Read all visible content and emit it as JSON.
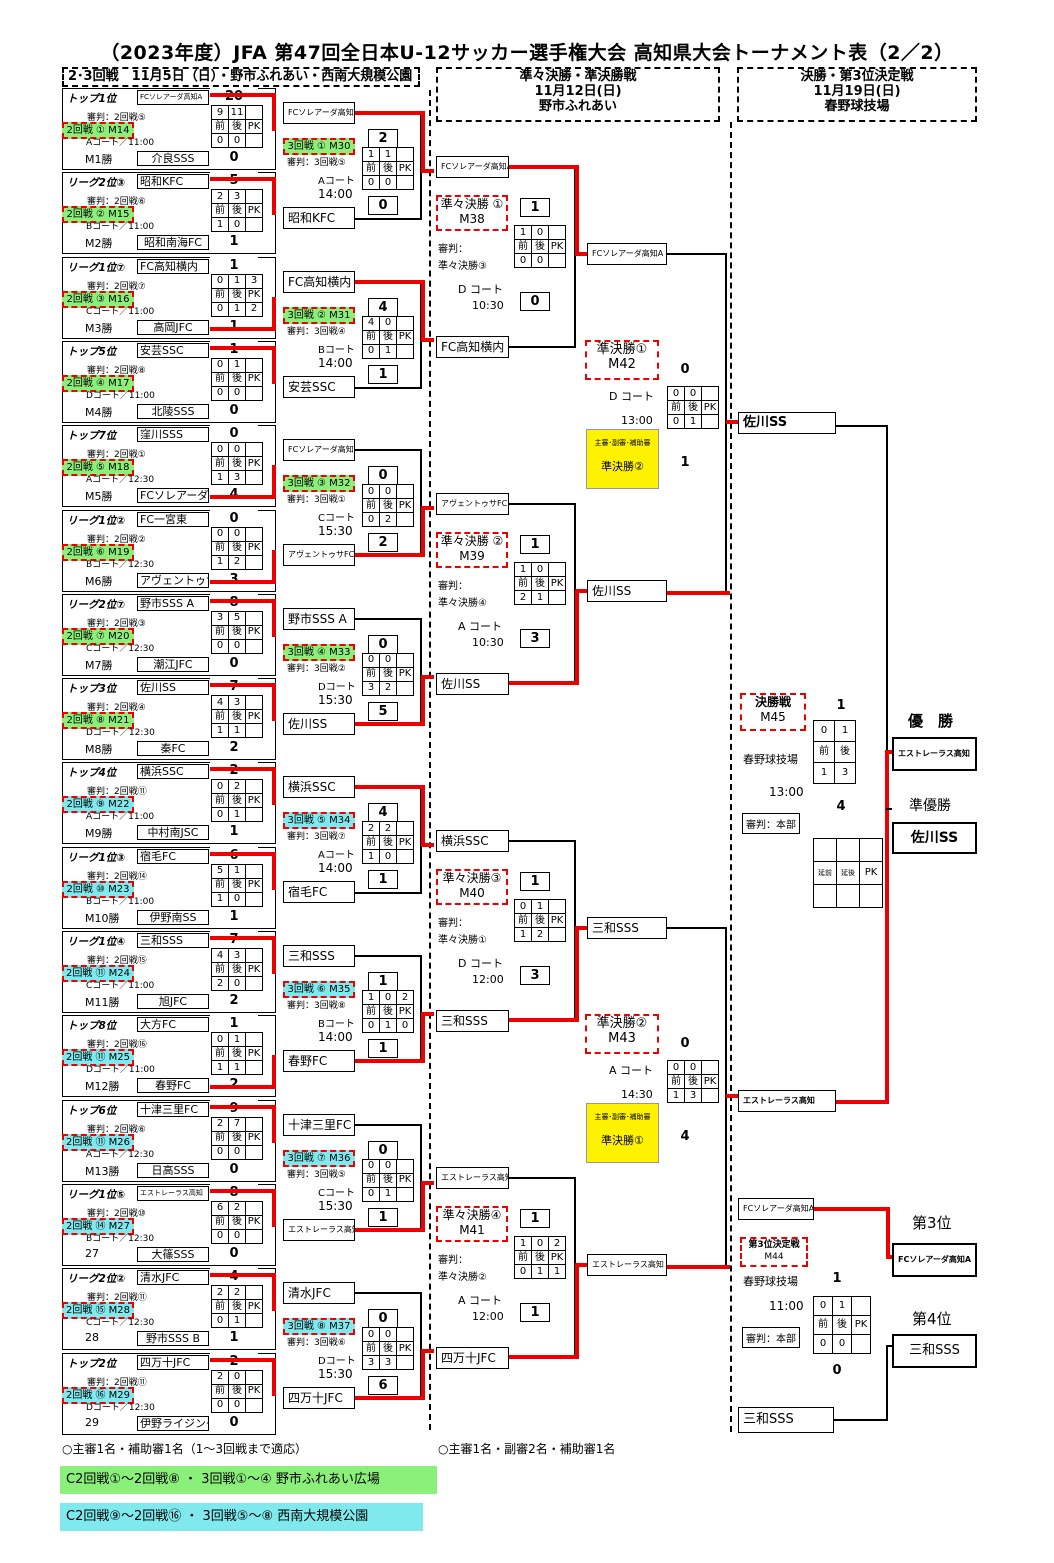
{
  "title": "（2023年度）JFA 第47回全日本U-12サッカー選手権大会 高知県大会トーナメント表（2／2）",
  "headers": {
    "left": "2･3回戦　11月5日（日）・野市ふれあい・西南大規模公園",
    "mid": [
      "準々決勝・準決勝戦",
      "11月12日(日)",
      "野市ふれあい"
    ],
    "right": [
      "決勝・第3位決定戦",
      "11月19日(日)",
      "春野球技場"
    ]
  },
  "r2": [
    {
      "seed": "トップ1位",
      "t1": "FCソレアーダ高知A",
      "t1s": true,
      "s1": "20",
      "info1": "審判：2回戦⑤",
      "g": [
        "9",
        "11",
        "前",
        "後",
        "PK",
        "0",
        "0"
      ],
      "tag": "2回戦 ① M14",
      "color": "g",
      "court": "Aコート／11:00",
      "mw": "M1勝",
      "t2": "介良SSS",
      "s2": "0"
    },
    {
      "seed": "リーグ2位③",
      "t1": "昭和KFC",
      "s1": "5",
      "info1": "審判：2回戦⑥",
      "g": [
        "2",
        "3",
        "前",
        "後",
        "PK",
        "1",
        "0"
      ],
      "tag": "2回戦 ② M15",
      "color": "g",
      "court": "Bコート／11:00",
      "mw": "M2勝",
      "t2": "昭和南海FC",
      "s2": "1"
    },
    {
      "seed": "リーグ1位⑦",
      "t1": "FC高知横内",
      "s1": "1",
      "info1": "審判：2回戦⑦",
      "g": [
        "0",
        "1",
        "3",
        "前",
        "後",
        "PK",
        "0",
        "1",
        "2"
      ],
      "tag": "2回戦 ③ M16",
      "color": "g",
      "court": "Cコート／11:00",
      "mw": "M3勝",
      "t2": "高岡JFC",
      "s2": "1"
    },
    {
      "seed": "トップ5位",
      "t1": "安芸SSC",
      "s1": "1",
      "info1": "審判：2回戦⑧",
      "g": [
        "0",
        "1",
        "前",
        "後",
        "PK",
        "0",
        "0"
      ],
      "tag": "2回戦 ④ M17",
      "color": "g",
      "court": "Dコート／11:00",
      "mw": "M4勝",
      "t2": "北陵SSS",
      "s2": "0"
    },
    {
      "seed": "トップ7位",
      "t1": "窪川SSS",
      "s1": "0",
      "info1": "審判：2回戦①",
      "g": [
        "0",
        "0",
        "前",
        "後",
        "PK",
        "1",
        "3"
      ],
      "tag": "2回戦 ⑤ M18",
      "color": "g",
      "court": "Aコート／12:30",
      "mw": "M5勝",
      "t2": "FCソレアーダ高知B",
      "t2s": true,
      "s2": "4"
    },
    {
      "seed": "リーグ1位②",
      "t1": "FC一宮東",
      "s1": "0",
      "info1": "審判：2回戦②",
      "g": [
        "0",
        "0",
        "前",
        "後",
        "PK",
        "1",
        "2"
      ],
      "tag": "2回戦 ⑥ M19",
      "color": "g",
      "court": "Bコート／12:30",
      "mw": "M6勝",
      "t2": "アヴェントゥサFC",
      "t2s": true,
      "s2": "3"
    },
    {
      "seed": "リーグ2位⑦",
      "t1": "野市SSS A",
      "s1": "8",
      "info1": "審判：2回戦③",
      "g": [
        "3",
        "5",
        "前",
        "後",
        "PK",
        "0",
        "0"
      ],
      "tag": "2回戦 ⑦ M20",
      "color": "g",
      "court": "Cコート／12:30",
      "mw": "M7勝",
      "t2": "潮江JFC",
      "s2": "0"
    },
    {
      "seed": "トップ3位",
      "t1": "佐川SS",
      "s1": "7",
      "info1": "審判：2回戦④",
      "g": [
        "4",
        "3",
        "前",
        "後",
        "PK",
        "1",
        "1"
      ],
      "tag": "2回戦 ⑧ M21",
      "color": "g",
      "court": "Dコート／12:30",
      "mw": "M8勝",
      "t2": "秦FC",
      "s2": "2"
    },
    {
      "seed": "トップ4位",
      "t1": "横浜SSC",
      "s1": "2",
      "info1": "審判：2回戦⑪",
      "g": [
        "0",
        "2",
        "前",
        "後",
        "PK",
        "0",
        "1"
      ],
      "tag": "2回戦 ⑨ M22",
      "color": "c",
      "court": "Aコート／11:00",
      "mw": "M9勝",
      "t2": "中村南JSC",
      "s2": "1"
    },
    {
      "seed": "リーグ1位③",
      "t1": "宿毛FC",
      "s1": "6",
      "info1": "審判：2回戦⑭",
      "g": [
        "5",
        "1",
        "前",
        "後",
        "PK",
        "1",
        "0"
      ],
      "tag": "2回戦 ⑩ M23",
      "color": "c",
      "court": "Bコート／11:00",
      "mw": "M10勝",
      "t2": "伊野南SS",
      "s2": "1"
    },
    {
      "seed": "リーグ1位④",
      "t1": "三和SSS",
      "s1": "7",
      "info1": "審判：2回戦⑮",
      "g": [
        "4",
        "3",
        "前",
        "後",
        "PK",
        "2",
        "0"
      ],
      "tag": "2回戦 ⑪ M24",
      "color": "c",
      "court": "Cコート／11:00",
      "mw": "M11勝",
      "t2": "旭JFC",
      "s2": "2"
    },
    {
      "seed": "トップ8位",
      "t1": "大方FC",
      "s1": "1",
      "info1": "審判：2回戦⑯",
      "g": [
        "0",
        "1",
        "前",
        "後",
        "PK",
        "1",
        "1"
      ],
      "tag": "2回戦 ⑪ M25",
      "color": "c",
      "court": "Dコート／11:00",
      "mw": "M12勝",
      "t2": "春野FC",
      "s2": "2"
    },
    {
      "seed": "トップ6位",
      "t1": "十津三里FC",
      "s1": "9",
      "info1": "審判：2回戦⑥",
      "g": [
        "2",
        "7",
        "前",
        "後",
        "PK",
        "0",
        "0"
      ],
      "tag": "2回戦 ⑪ M26",
      "color": "c",
      "court": "Aコート／12:30",
      "mw": "M13勝",
      "t2": "日高SSS",
      "s2": "0"
    },
    {
      "seed": "リーグ1位⑤",
      "t1": "エストレーラス高知",
      "t1s": true,
      "s1": "8",
      "info1": "審判：2回戦⑩",
      "g": [
        "6",
        "2",
        "前",
        "後",
        "PK",
        "0",
        "0"
      ],
      "tag": "2回戦 ⑭ M27",
      "color": "c",
      "court": "Bコート／12:30",
      "mw": "27",
      "t2": "大篠SSS",
      "s2": "0"
    },
    {
      "seed": "リーグ2位②",
      "t1": "清水JFC",
      "s1": "4",
      "info1": "審判：2回戦⑪",
      "g": [
        "2",
        "2",
        "前",
        "後",
        "PK",
        "0",
        "1"
      ],
      "tag": "2回戦 ⑮ M28",
      "color": "c",
      "court": "Cコート／12:30",
      "mw": "28",
      "t2": "野市SSS B",
      "s2": "1"
    },
    {
      "seed": "トップ2位",
      "t1": "四万十JFC",
      "s1": "2",
      "info1": "審判：2回戦⑪",
      "g": [
        "2",
        "0",
        "前",
        "後",
        "PK",
        "0",
        "0"
      ],
      "tag": "2回戦 ⑯ M29",
      "color": "c",
      "court": "Dコート／12:30",
      "mw": "29",
      "t2": "伊野ライジングFC",
      "t2s": true,
      "s2": "0"
    }
  ],
  "r3": [
    {
      "w1": "FCソレアーダ高知A",
      "w1s": true,
      "tag": "3回戦 ① M30",
      "color": "g",
      "ref": "審判：3回戦⑤",
      "s1": "2",
      "g": [
        "1",
        "1",
        "前",
        "後",
        "PK",
        "0",
        "0"
      ],
      "court": "Aコート",
      "time": "14:00",
      "s2": "0",
      "w2": "昭和KFC"
    },
    {
      "w1": "FC高知横内",
      "tag": "3回戦 ② M31",
      "color": "g",
      "ref": "審判：3回戦④",
      "s1": "4",
      "g": [
        "4",
        "0",
        "前",
        "後",
        "PK",
        "0",
        "1"
      ],
      "court": "Bコート",
      "time": "14:00",
      "s2": "1",
      "w2": "安芸SSC"
    },
    {
      "w1": "FCソレアーダ高知B",
      "w1s": true,
      "tag": "3回戦 ③ M32",
      "color": "g",
      "ref": "審判：3回戦①",
      "s1": "0",
      "g": [
        "0",
        "0",
        "前",
        "後",
        "PK",
        "0",
        "2"
      ],
      "court": "Cコート",
      "time": "15:30",
      "s2": "2",
      "w2": "アヴェントゥサFC",
      "w2s": true
    },
    {
      "w1": "野市SSS A",
      "tag": "3回戦 ④ M33",
      "color": "g",
      "ref": "審判：3回戦②",
      "s1": "0",
      "g": [
        "0",
        "0",
        "前",
        "後",
        "PK",
        "3",
        "2"
      ],
      "court": "Dコート",
      "time": "15:30",
      "s2": "5",
      "w2": "佐川SS"
    },
    {
      "w1": "横浜SSC",
      "tag": "3回戦 ⑤ M34",
      "color": "c",
      "ref": "審判：3回戦⑦",
      "s1": "4",
      "g": [
        "2",
        "2",
        "前",
        "後",
        "PK",
        "1",
        "0"
      ],
      "court": "Aコート",
      "time": "14:00",
      "s2": "1",
      "w2": "宿毛FC"
    },
    {
      "w1": "三和SSS",
      "tag": "3回戦 ⑥ M35",
      "color": "c",
      "ref": "審判：3回戦⑧",
      "s1": "1",
      "g": [
        "1",
        "0",
        "2",
        "前",
        "後",
        "PK",
        "0",
        "1",
        "0"
      ],
      "court": "Bコート",
      "time": "14:00",
      "s2": "1",
      "w2": "春野FC"
    },
    {
      "w1": "十津三里FC",
      "tag": "3回戦 ⑦ M36",
      "color": "c",
      "ref": "審判：3回戦⑤",
      "s1": "0",
      "g": [
        "0",
        "0",
        "前",
        "後",
        "PK",
        "0",
        "1"
      ],
      "court": "Cコート",
      "time": "15:30",
      "s2": "1",
      "w2": "エストレーラス高知",
      "w2s": true
    },
    {
      "w1": "清水JFC",
      "tag": "3回戦 ⑧ M37",
      "color": "c",
      "ref": "審判：3回戦⑥",
      "s1": "0",
      "g": [
        "0",
        "0",
        "前",
        "後",
        "PK",
        "3",
        "3"
      ],
      "court": "Dコート",
      "time": "15:30",
      "s2": "6",
      "w2": "四万十JFC"
    }
  ],
  "qf": [
    {
      "w1": "FCソレアーダ高知A",
      "w1s": true,
      "tag": "準々決勝 ①",
      "m": "M38",
      "ref1": "審判：",
      "ref2": "準々決勝③",
      "court": "D コート",
      "time": "10:30",
      "s1": "1",
      "g": [
        "1",
        "0",
        "前",
        "後",
        "PK",
        "0",
        "0"
      ],
      "s2": "0",
      "w2": "FC高知横内"
    },
    {
      "w1": "アヴェントゥサFC",
      "w1s": true,
      "tag": "準々決勝 ②",
      "m": "M39",
      "ref1": "審判：",
      "ref2": "準々決勝④",
      "court": "A コート",
      "time": "10:30",
      "s1": "1",
      "g": [
        "1",
        "0",
        "前",
        "後",
        "PK",
        "2",
        "1"
      ],
      "s2": "3",
      "w2": "佐川SS"
    },
    {
      "w1": "横浜SSC",
      "tag": "準々決勝③",
      "m": "M40",
      "ref1": "審判：",
      "ref2": "準々決勝①",
      "court": "D コート",
      "time": "12:00",
      "s1": "1",
      "g": [
        "0",
        "1",
        "前",
        "後",
        "PK",
        "1",
        "2"
      ],
      "s2": "3",
      "w2": "三和SSS"
    },
    {
      "w1": "エストレーラス高知",
      "w1s": true,
      "tag": "準々決勝④",
      "m": "M41",
      "ref1": "審判：",
      "ref2": "準々決勝②",
      "court": "A コート",
      "time": "12:00",
      "s1": "1",
      "g": [
        "1",
        "0",
        "2",
        "前",
        "後",
        "PK",
        "0",
        "1",
        "1"
      ],
      "s2": "1",
      "w2": "四万十JFC"
    }
  ],
  "sf": [
    {
      "w1": "FCソレアーダ高知A",
      "w1s": true,
      "tag": "準決勝①",
      "m": "M42",
      "court": "D コート",
      "time": "13:00",
      "s1": "0",
      "g": [
        "0",
        "0",
        "前",
        "後",
        "PK",
        "0",
        "1"
      ],
      "s2": "1",
      "yel1": "主審･副審･補助審",
      "yel2": "準決勝②",
      "w2": "佐川SS"
    },
    {
      "w1": "三和SSS",
      "tag": "準決勝②",
      "m": "M43",
      "court": "A コート",
      "time": "14:30",
      "s1": "0",
      "g": [
        "0",
        "0",
        "前",
        "後",
        "PK",
        "1",
        "3"
      ],
      "s2": "4",
      "yel1": "主審･副審･補助審",
      "yel2": "準決勝①",
      "w2": "エストレーラス高知"
    }
  ],
  "final": {
    "tag": "決勝戦",
    "m": "M45",
    "venue": "春野球技場",
    "time": "13:00",
    "ref": "審判：本部",
    "s1": "1",
    "g": [
      "0",
      "1",
      "前",
      "後",
      "1",
      "3"
    ],
    "s2": "4",
    "ex": [
      "延前",
      "延後",
      "PK"
    ],
    "t1": "佐川SS",
    "t2": "エストレーラス高知",
    "win_label": "優　勝",
    "winner": "エストレーラス高知",
    "ru_label": "準優勝",
    "runner": "佐川SS"
  },
  "third": {
    "tag": "第3位決定戦",
    "m": "M44",
    "venue": "春野球技場",
    "time": "11:00",
    "ref": "審判：本部",
    "s1": "1",
    "g": [
      "0",
      "1",
      "前",
      "後",
      "PK",
      "0",
      "0"
    ],
    "s2": "0",
    "t1": "FCソレアーダ高知A",
    "t2": "三和SSS",
    "l3": "第3位",
    "w3": "FCソレアーダ高知A",
    "l4": "第4位",
    "w4": "三和SSS"
  },
  "foot_left": "○主審1名・補助審1名（1～3回戦まで適応）",
  "foot_mid": "○主審1名・副審2名・補助審1名",
  "legend1": "C2回戦①～2回戦⑧ ・ 3回戦①～④ 野市ふれあい広場",
  "legend2": "C2回戦⑨～2回戦⑯ ・ 3回戦⑤～⑧ 西南大規模公園",
  "colors": {
    "red": "#e00000",
    "green": "#8bf07a",
    "cyan": "#7fe9ee",
    "yellow": "#fff200"
  }
}
